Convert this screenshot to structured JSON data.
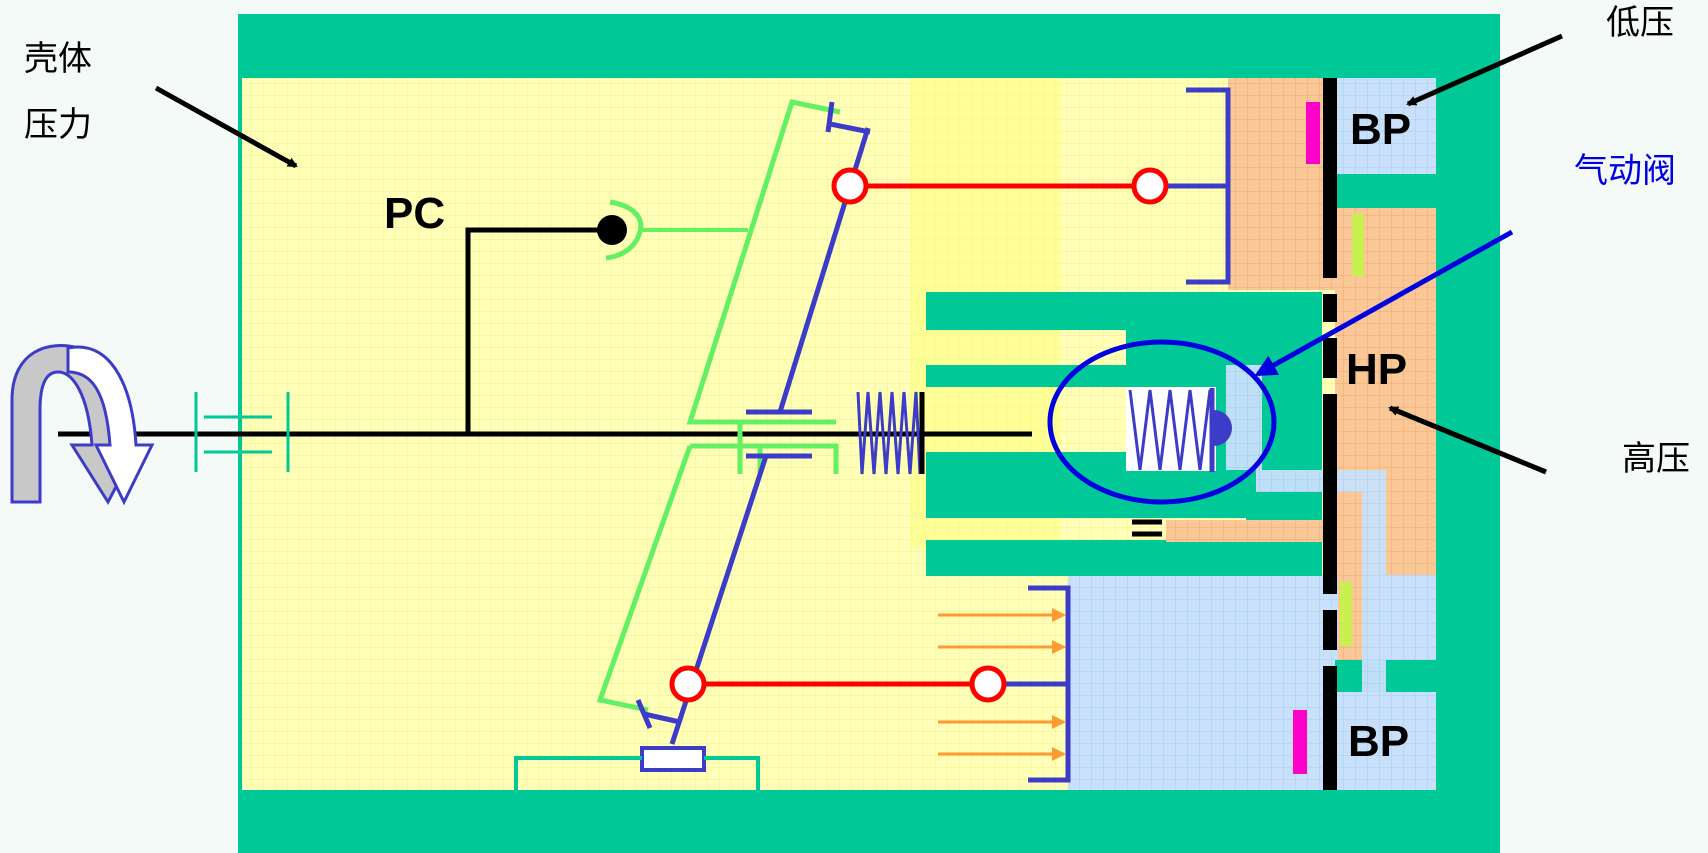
{
  "labels": {
    "housing_line1": "壳体",
    "housing_line2": "压力",
    "pc": "PC",
    "low_pressure": "低压",
    "bp_top": "BP",
    "pneumatic_valve": "气动阀",
    "hp": "HP",
    "high_pressure": "高压",
    "bp_bottom": "BP"
  },
  "colors": {
    "housing": "#00c896",
    "chamber": "#ffffb8",
    "low_pressure_zone": "#c8e0fa",
    "high_pressure_zone": "#fac896",
    "linkage": "#3c3cc8",
    "swashplate": "#64f064",
    "rod": "#ff0000",
    "callout": "#0000e0",
    "magenta": "#ff00c8",
    "yellowgreen": "#c8f050",
    "arrows": "#ff9a32"
  }
}
